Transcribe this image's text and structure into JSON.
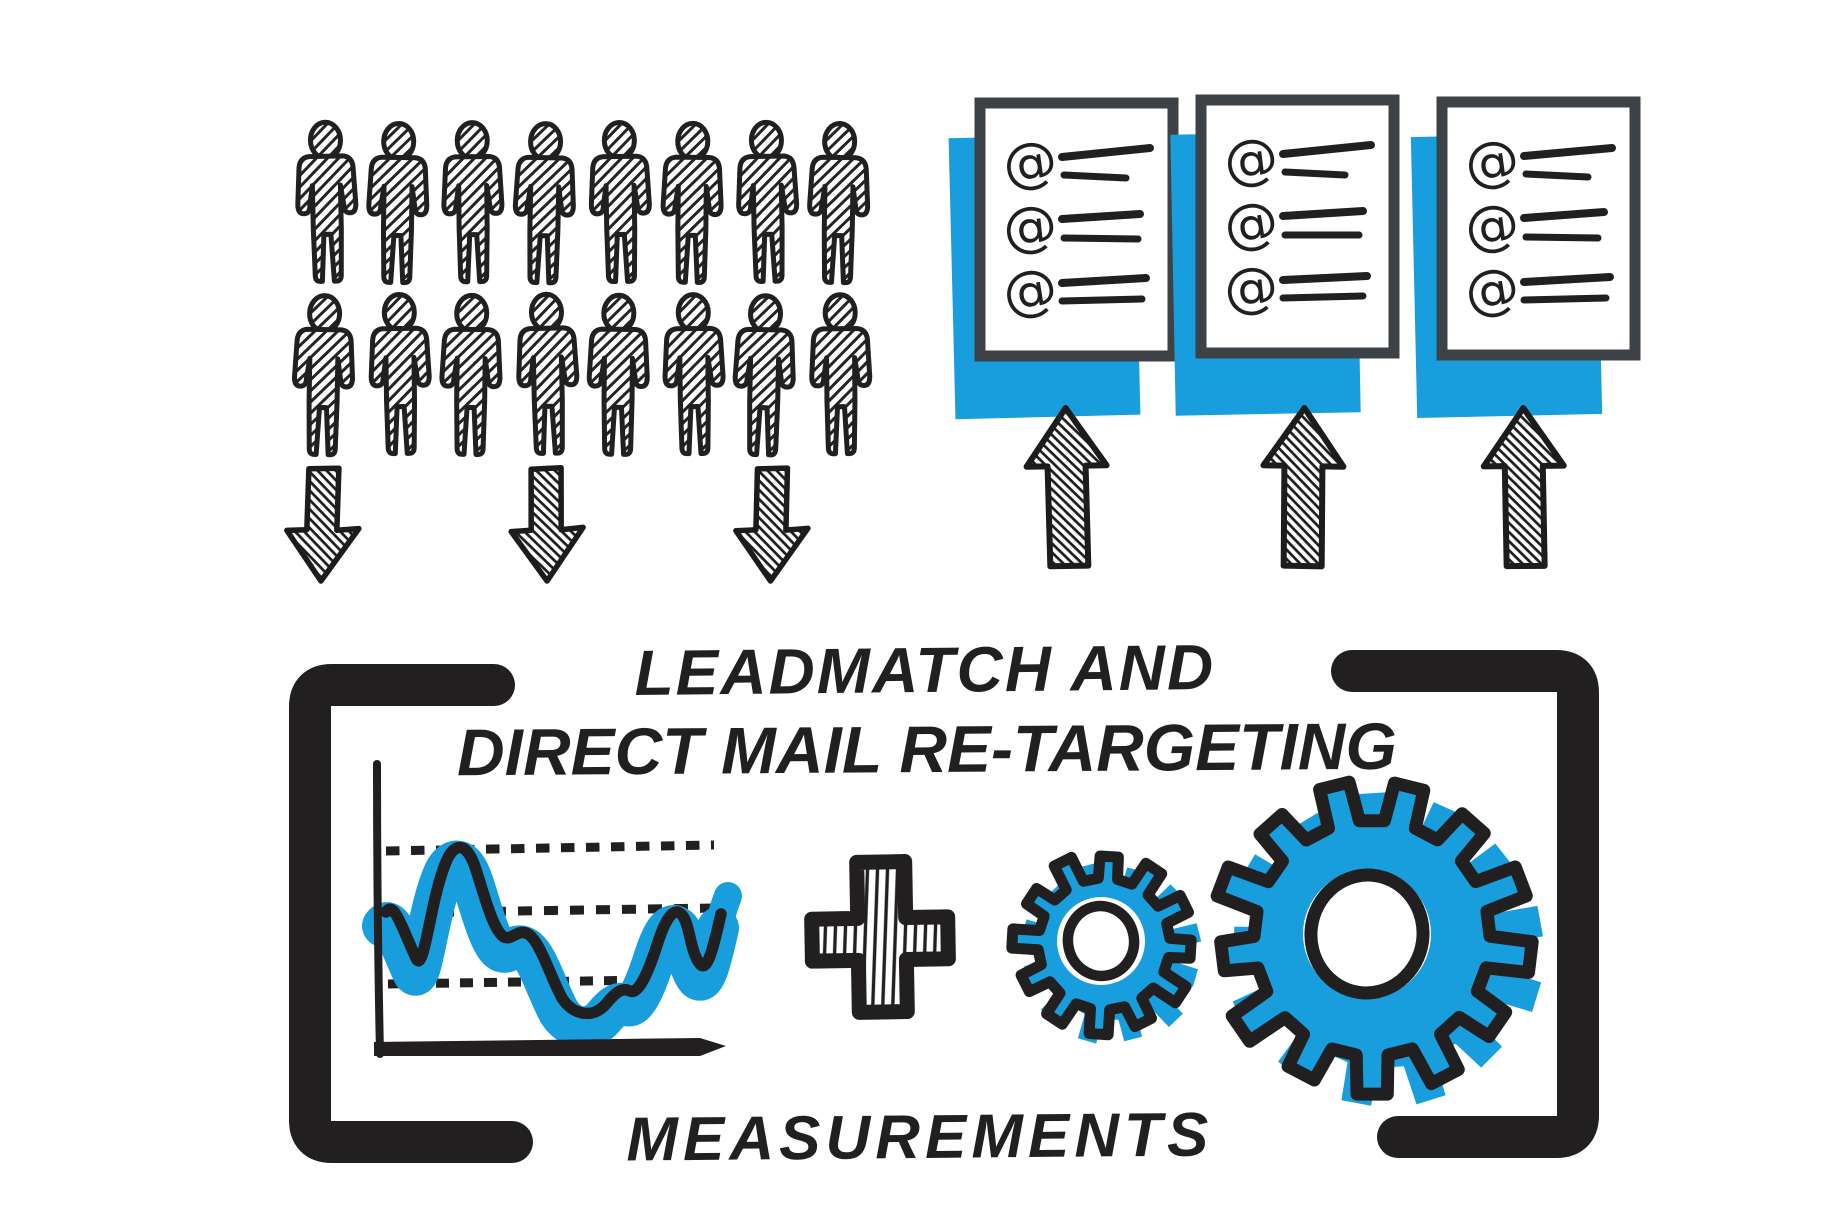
{
  "diagram": {
    "title": {
      "line1": "LEADMATCH AND",
      "line2": "DIRECT MAIL RE-TARGETING"
    },
    "bottom_label": "MEASUREMENTS",
    "colors": {
      "ink": "#221f20",
      "accent_blue": "#189edd",
      "document_border": "#3d4247",
      "background": "#ffffff"
    },
    "audience": {
      "rows": 2,
      "people_per_row": 8,
      "total_people": 16,
      "style": "hatched sketch person pictograms"
    },
    "mailing_lists": {
      "document_count": 3,
      "rows_per_document": 3,
      "row_symbol": "@",
      "shadow_color": "#189edd"
    },
    "flow": {
      "down_arrow_count": 3,
      "up_arrow_count": 3,
      "style": "hatched sketch arrows"
    },
    "measurement_panel": {
      "bracket_style": "large hand-drawn square brackets",
      "sketch_chart": {
        "gridlines": 3,
        "line_color": "#221f20",
        "highlight_color": "#189edd"
      },
      "operator": "+",
      "gear_count": 2
    }
  }
}
